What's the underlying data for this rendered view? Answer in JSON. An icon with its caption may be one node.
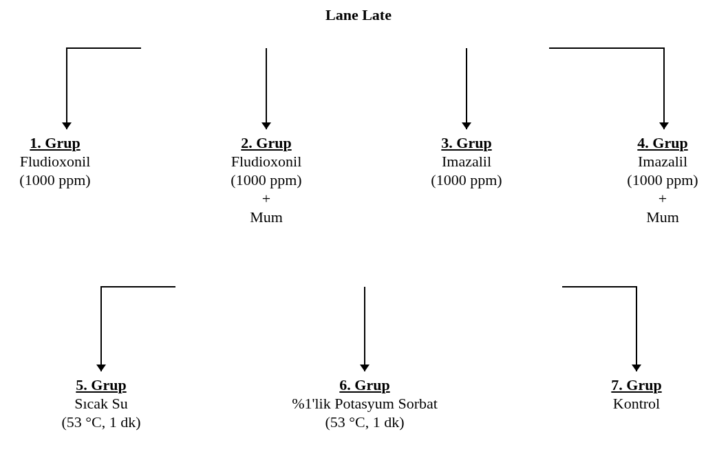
{
  "diagram": {
    "title": "Lane Late",
    "nodes": [
      {
        "text": [
          "1. Grup",
          "Fludioxonil",
          "(1000 ppm)"
        ]
      },
      {
        "text": [
          "2. Grup",
          "Fludioxonil",
          "(1000 ppm)",
          "+",
          "Mum"
        ]
      },
      {
        "text": [
          "3. Grup",
          "Imazalil",
          "(1000 ppm)"
        ]
      },
      {
        "text": [
          "4. Grup",
          "Imazalil",
          "(1000 ppm)",
          "+",
          "Mum"
        ]
      },
      {
        "text": [
          "5. Grup",
          "Sıcak Su",
          "(53 °C, 1 dk)"
        ]
      },
      {
        "text": [
          "6. Grup",
          "%1'lik Potasyum Sorbat",
          "(53 °C, 1 dk)"
        ]
      },
      {
        "text": [
          "7. Grup",
          "Kontrol"
        ]
      }
    ],
    "edges": [
      {
        "from": null,
        "to": 0,
        "arrow": "to"
      },
      {
        "from": null,
        "to": 1,
        "arrow": "to"
      },
      {
        "from": null,
        "to": 2,
        "arrow": "to"
      },
      {
        "from": null,
        "to": 3,
        "arrow": "to"
      },
      {
        "from": null,
        "to": 4,
        "arrow": "to"
      },
      {
        "from": null,
        "to": 5,
        "arrow": "to"
      },
      {
        "from": null,
        "to": 6,
        "arrow": "to"
      }
    ]
  }
}
